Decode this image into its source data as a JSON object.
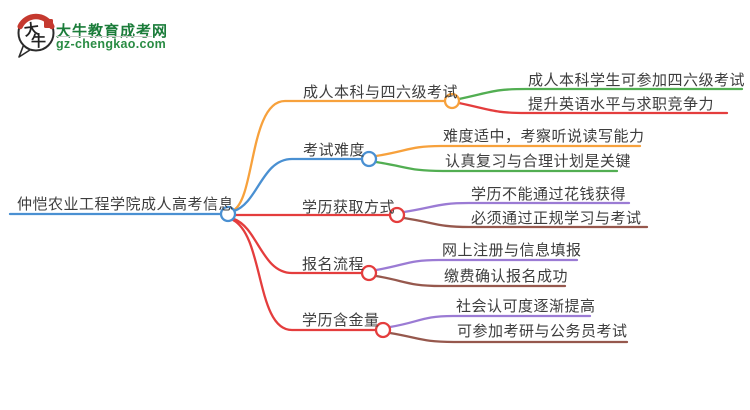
{
  "colors": {
    "blue": "#4a90d2",
    "orange": "#f7a13c",
    "green": "#52ae52",
    "red": "#e43d3d",
    "purple": "#9b7bd4",
    "brown": "#96584d",
    "text": "#3d3d3d",
    "logo_green": "#1b7c3a",
    "logo_red": "#c5392f"
  },
  "logo": {
    "bubble_char1": "大",
    "bubble_char2": "牛",
    "title": "大牛教育成考网",
    "url": "gz-chengkao.com"
  },
  "mindmap": {
    "root": {
      "label": "仲恺农业工程学院成人高考信息"
    },
    "branches": [
      {
        "label": "成人本科与四六级考试",
        "color": "orange",
        "children": [
          {
            "label": "成人本科学生可参加四六级考试",
            "color": "green"
          },
          {
            "label": "提升英语水平与求职竞争力",
            "color": "red"
          }
        ]
      },
      {
        "label": "考试难度",
        "color": "blue",
        "children": [
          {
            "label": "难度适中，考察听说读写能力",
            "color": "orange"
          },
          {
            "label": "认真复习与合理计划是关键",
            "color": "green"
          }
        ]
      },
      {
        "label": "学历获取方式",
        "color": "red",
        "children": [
          {
            "label": "学历不能通过花钱获得",
            "color": "purple"
          },
          {
            "label": "必须通过正规学习与考试",
            "color": "brown"
          }
        ]
      },
      {
        "label": "报名流程",
        "color": "red",
        "children": [
          {
            "label": "网上注册与信息填报",
            "color": "purple"
          },
          {
            "label": "缴费确认报名成功",
            "color": "brown"
          }
        ]
      },
      {
        "label": "学历含金量",
        "color": "red",
        "children": [
          {
            "label": "社会认可度逐渐提高",
            "color": "purple"
          },
          {
            "label": "可参加考研与公务员考试",
            "color": "brown"
          }
        ]
      }
    ]
  }
}
